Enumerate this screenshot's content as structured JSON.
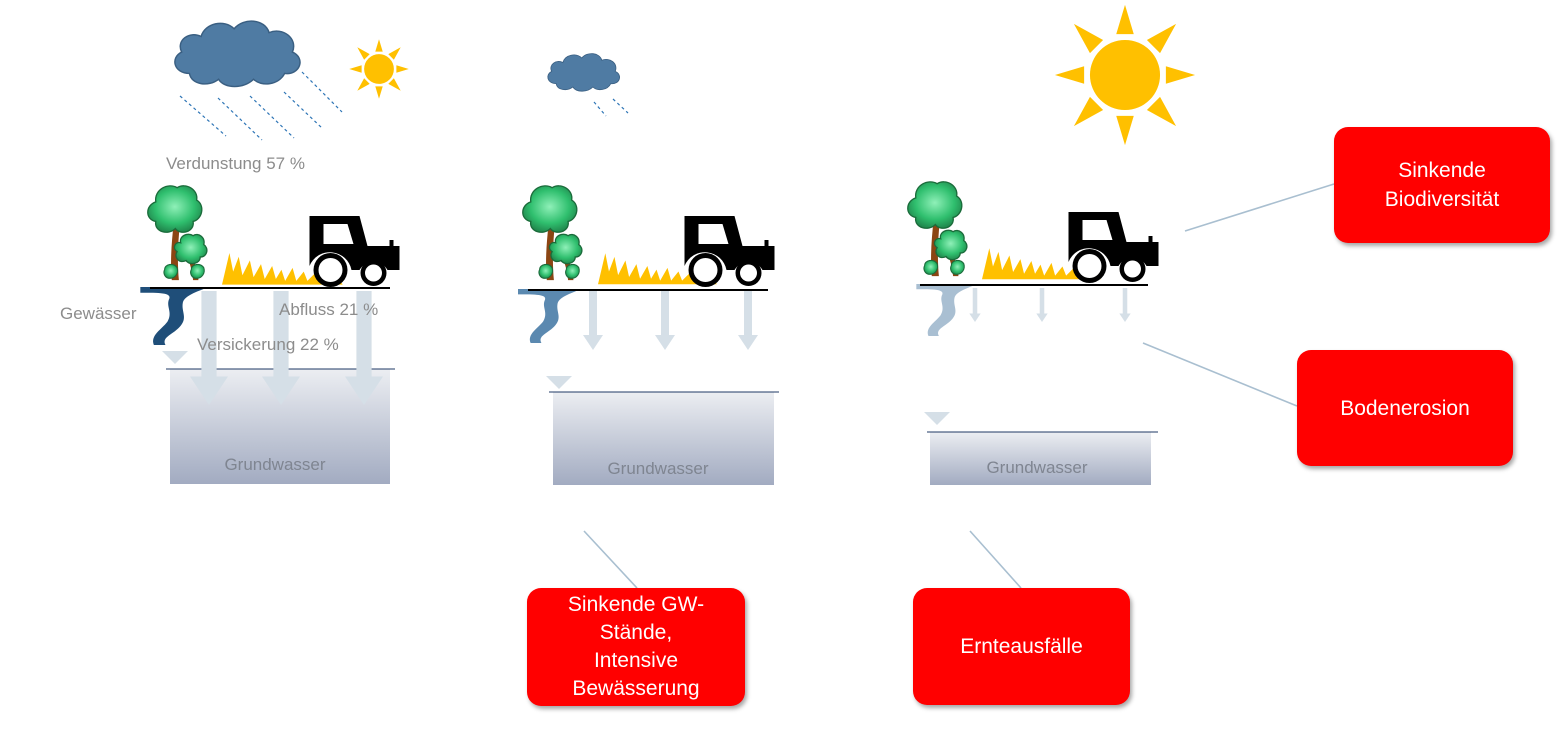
{
  "panels": [
    {
      "id": "normal",
      "groundwater_label": "Grundwasser",
      "labels": {
        "evaporation": "Verdunstung 57 %",
        "water_body": "Gewässer",
        "runoff": "Abfluss 21 %",
        "infiltration": "Versickerung 22 %"
      }
    },
    {
      "id": "dry",
      "groundwater_label": "Grundwasser"
    },
    {
      "id": "drought",
      "groundwater_label": "Grundwasser"
    }
  ],
  "callouts": {
    "biodiversity": "Sinkende\nBiodiversität",
    "erosion": "Bodenerosion",
    "groundwater": "Sinkende GW-\nStände,\nIntensive\nBewässerung",
    "harvest": "Ernteausfälle"
  },
  "colors": {
    "callout_fill": "#ff0000",
    "callout_text": "#ffffff",
    "cloud": "#4f7ba3",
    "sun": "#ffc000",
    "tree": "#2eb872",
    "trunk": "#8b4513",
    "grass": "#ffc000",
    "tractor": "#000000",
    "river_normal": "#1f4e79",
    "river_dry": "#5b89b0",
    "river_drought": "#a9bfd2",
    "arrow": "#d5dfe7",
    "groundwater_top": "#e9ebf0",
    "groundwater_bottom": "#a3acc2",
    "connector": "#a9bfd0"
  },
  "icons": [
    "cloud-icon",
    "rain-icon",
    "sun-icon",
    "tree-icon",
    "grass-icon",
    "tractor-icon",
    "river-icon",
    "arrow-down-icon",
    "water-level-icon"
  ]
}
